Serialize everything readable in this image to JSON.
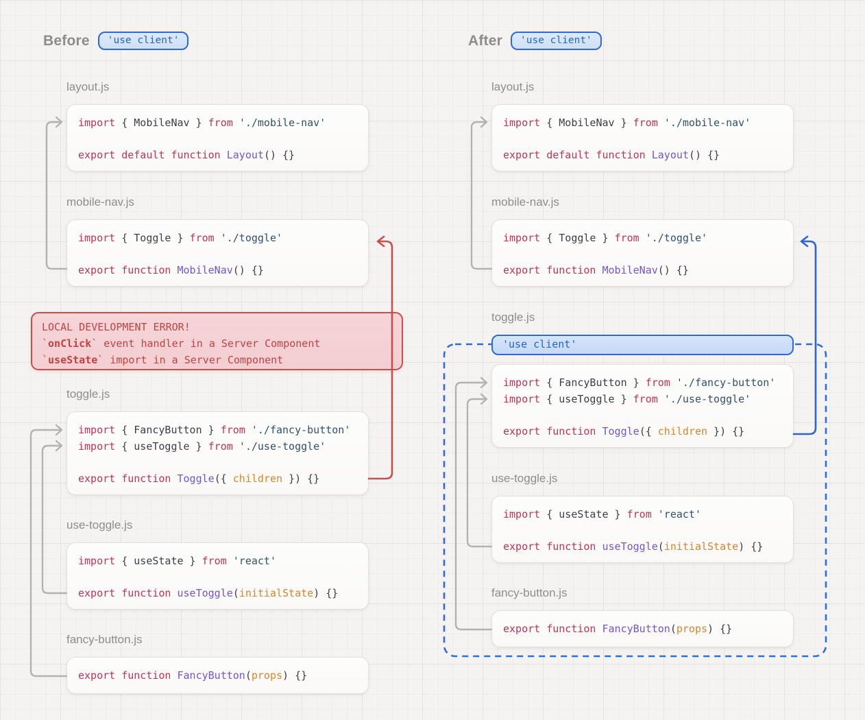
{
  "colors": {
    "accent_blue": "#2f63d2",
    "error_red": "#c5504e",
    "connector_gray": "#b4b2af",
    "keyword": "#c03359",
    "string": "#30506f",
    "function_name": "#7155d4",
    "parameter": "#d9852b",
    "badge_blue_border": "#2e68d5"
  },
  "left": {
    "title": "Before",
    "badge": "'use client'",
    "files": [
      {
        "label": "layout.js",
        "code": [
          [
            [
              "k",
              "import "
            ],
            [
              "p",
              "{ MobileNav } "
            ],
            [
              "k",
              "from "
            ],
            [
              "s",
              "'./mobile-nav'"
            ]
          ],
          [],
          [
            [
              "k",
              "export default function "
            ],
            [
              "f",
              "Layout"
            ],
            [
              "p",
              "() {}"
            ]
          ]
        ]
      },
      {
        "label": "mobile-nav.js",
        "code": [
          [
            [
              "k",
              "import "
            ],
            [
              "p",
              "{ Toggle } "
            ],
            [
              "k",
              "from "
            ],
            [
              "s",
              "'./toggle'"
            ]
          ],
          [],
          [
            [
              "k",
              "export function "
            ],
            [
              "f",
              "MobileNav"
            ],
            [
              "p",
              "() {}"
            ]
          ]
        ]
      },
      {
        "label": "toggle.js",
        "code": [
          [
            [
              "k",
              "import "
            ],
            [
              "p",
              "{ FancyButton } "
            ],
            [
              "k",
              "from "
            ],
            [
              "s",
              "'./fancy-button'"
            ]
          ],
          [
            [
              "k",
              "import "
            ],
            [
              "p",
              "{ useToggle } "
            ],
            [
              "k",
              "from "
            ],
            [
              "s",
              "'./use-toggle'"
            ]
          ],
          [],
          [
            [
              "k",
              "export function "
            ],
            [
              "f",
              "Toggle"
            ],
            [
              "p",
              "({ "
            ],
            [
              "a",
              "children"
            ],
            [
              "p",
              " }) {}"
            ]
          ]
        ]
      },
      {
        "label": "use-toggle.js",
        "code": [
          [
            [
              "k",
              "import "
            ],
            [
              "p",
              "{ useState } "
            ],
            [
              "k",
              "from "
            ],
            [
              "s",
              "'react'"
            ]
          ],
          [],
          [
            [
              "k",
              "export function "
            ],
            [
              "f",
              "useToggle"
            ],
            [
              "p",
              "("
            ],
            [
              "a",
              "initialState"
            ],
            [
              "p",
              ") {}"
            ]
          ]
        ]
      },
      {
        "label": "fancy-button.js",
        "code": [
          [
            [
              "k",
              "export function "
            ],
            [
              "f",
              "FancyButton"
            ],
            [
              "p",
              "("
            ],
            [
              "a",
              "props"
            ],
            [
              "p",
              ") {}"
            ]
          ]
        ]
      }
    ],
    "error": [
      [
        [
          "er",
          "LOCAL DEVELOPMENT ERROR!"
        ]
      ],
      [
        [
          "er",
          "`"
        ],
        [
          "erb",
          "onClick"
        ],
        [
          "er",
          "` event handler in a Server Component"
        ]
      ],
      [
        [
          "er",
          "`"
        ],
        [
          "erb",
          "useState"
        ],
        [
          "er",
          "` import in a Server Component"
        ]
      ]
    ]
  },
  "right": {
    "title": "After",
    "badge": "'use client'",
    "directive": "'use client'",
    "files": [
      {
        "label": "layout.js",
        "code": [
          [
            [
              "k",
              "import "
            ],
            [
              "p",
              "{ MobileNav } "
            ],
            [
              "k",
              "from "
            ],
            [
              "s",
              "'./mobile-nav'"
            ]
          ],
          [],
          [
            [
              "k",
              "export default function "
            ],
            [
              "f",
              "Layout"
            ],
            [
              "p",
              "() {}"
            ]
          ]
        ]
      },
      {
        "label": "mobile-nav.js",
        "code": [
          [
            [
              "k",
              "import "
            ],
            [
              "p",
              "{ Toggle } "
            ],
            [
              "k",
              "from "
            ],
            [
              "s",
              "'./toggle'"
            ]
          ],
          [],
          [
            [
              "k",
              "export function "
            ],
            [
              "f",
              "MobileNav"
            ],
            [
              "p",
              "() {}"
            ]
          ]
        ]
      },
      {
        "label": "toggle.js",
        "code": [
          [
            [
              "k",
              "import "
            ],
            [
              "p",
              "{ FancyButton } "
            ],
            [
              "k",
              "from "
            ],
            [
              "s",
              "'./fancy-button'"
            ]
          ],
          [
            [
              "k",
              "import "
            ],
            [
              "p",
              "{ useToggle } "
            ],
            [
              "k",
              "from "
            ],
            [
              "s",
              "'./use-toggle'"
            ]
          ],
          [],
          [
            [
              "k",
              "export function "
            ],
            [
              "f",
              "Toggle"
            ],
            [
              "p",
              "({ "
            ],
            [
              "a",
              "children"
            ],
            [
              "p",
              " }) {}"
            ]
          ]
        ]
      },
      {
        "label": "use-toggle.js",
        "code": [
          [
            [
              "k",
              "import "
            ],
            [
              "p",
              "{ useState } "
            ],
            [
              "k",
              "from "
            ],
            [
              "s",
              "'react'"
            ]
          ],
          [],
          [
            [
              "k",
              "export function "
            ],
            [
              "f",
              "useToggle"
            ],
            [
              "p",
              "("
            ],
            [
              "a",
              "initialState"
            ],
            [
              "p",
              ") {}"
            ]
          ]
        ]
      },
      {
        "label": "fancy-button.js",
        "code": [
          [
            [
              "k",
              "export function "
            ],
            [
              "f",
              "FancyButton"
            ],
            [
              "p",
              "("
            ],
            [
              "a",
              "props"
            ],
            [
              "p",
              ") {}"
            ]
          ]
        ]
      }
    ]
  }
}
